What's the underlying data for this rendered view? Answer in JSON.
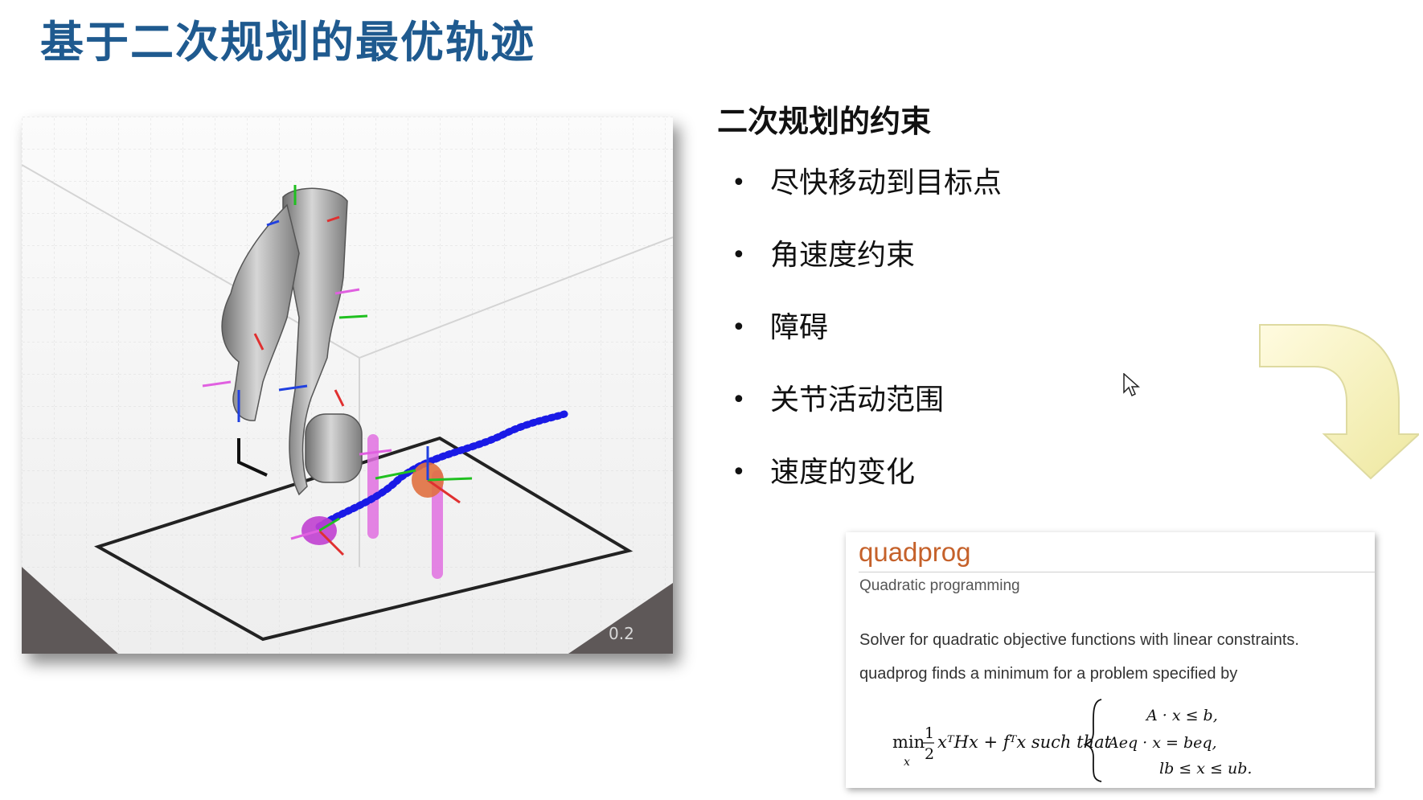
{
  "slide": {
    "title": "基于二次规划的最优轨迹"
  },
  "figure": {
    "axis_tick_label": "0.2",
    "colors": {
      "arm": "#9a9a9a",
      "trajectory": "#1a1ae6",
      "obstacle": "#e060e0",
      "frame_x": "#e03030",
      "frame_y": "#20c020",
      "frame_z": "#2040e0",
      "target": "#e07040"
    }
  },
  "constraints": {
    "heading": "二次规划的约束",
    "items": [
      {
        "label": "尽快移动到目标点"
      },
      {
        "label": "角速度约束"
      },
      {
        "label": "障碍"
      },
      {
        "label": "关节活动范围"
      },
      {
        "label": "速度的变化"
      }
    ]
  },
  "decor": {
    "arrow_icon": "curved-down-arrow-icon",
    "cursor_icon": "mouse-pointer-icon",
    "arrow_color": "#f3f0b0"
  },
  "doc": {
    "title": "quadprog",
    "subtitle": "Quadratic programming",
    "line1": "Solver for quadratic objective functions with linear constraints.",
    "line2": "quadprog finds a minimum for a problem specified by",
    "title_color": "#c5612a",
    "formula": {
      "min": "min",
      "sub": "x",
      "frac_num": "1",
      "frac_den": "2",
      "objective": "xᵀHx + fᵀx such that",
      "c1": "A · x ≤ b,",
      "c2": "Aeq · x = beq,",
      "c3": "lb ≤ x ≤ ub."
    }
  }
}
